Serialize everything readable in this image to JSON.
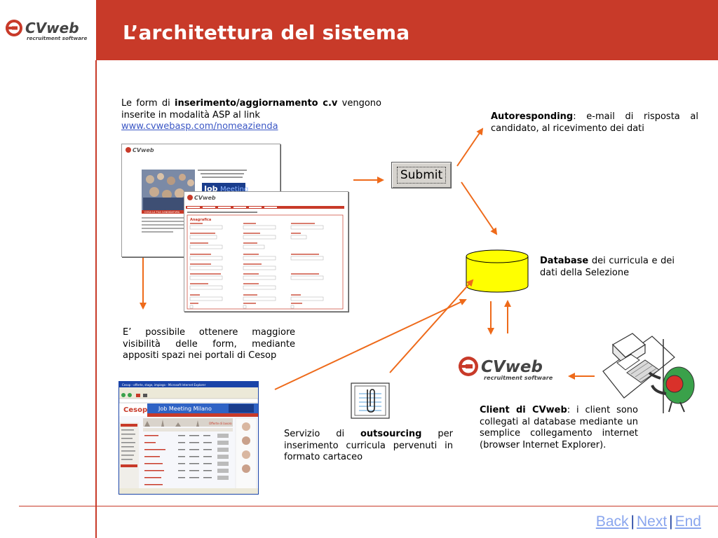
{
  "header": {
    "title": "L’architettura del sistema",
    "accent_color": "#c83a29"
  },
  "logo": {
    "brand": "CVweb",
    "tagline": "recruitment software"
  },
  "forms_text": {
    "prefix": "Le form di",
    "bold": "inserimento/aggiornamento c.v",
    "suffix": "vengono inserite in modalità ASP al link",
    "link": "www.cvwebasp.com/nomeazienda"
  },
  "portal_text": "E’ possibile ottenere maggiore visibilità delle form, mediante appositi spazi nei portali di Cesop",
  "submit_label": "Submit",
  "autoresponding": {
    "bold": "Autoresponding",
    "rest": ": e-mail di risposta al candidato, al ricevimento dei dati"
  },
  "database": {
    "bold": "Database",
    "rest": " dei curricula e dei dati della Selezione"
  },
  "client": {
    "bold": "Client di CVweb",
    "rest": ": i client sono collegati al database mediante un semplice collegamento internet (browser Internet Explorer)."
  },
  "outsourcing": {
    "prefix": "Servizio di",
    "bold": "outsourcing",
    "suffix": "per inserimento curricula pervenuti in formato cartaceo"
  },
  "nav": {
    "back": "Back",
    "next": "Next",
    "end": "End",
    "separator": "|"
  },
  "portal_screenshot": {
    "window_title": "Cesop - offerte, stage, impiego - Microsoft Internet Explorer",
    "site_name": "Cesop",
    "banner": "Job Meeting Milano",
    "section": "Offerte di lavoro"
  },
  "form_screenshot": {
    "section": "Anagrafica",
    "badge_prefix": "Job",
    "badge_suffix": "Meeting",
    "left_bar": "COSA LA TUA CANDIDATURA"
  }
}
